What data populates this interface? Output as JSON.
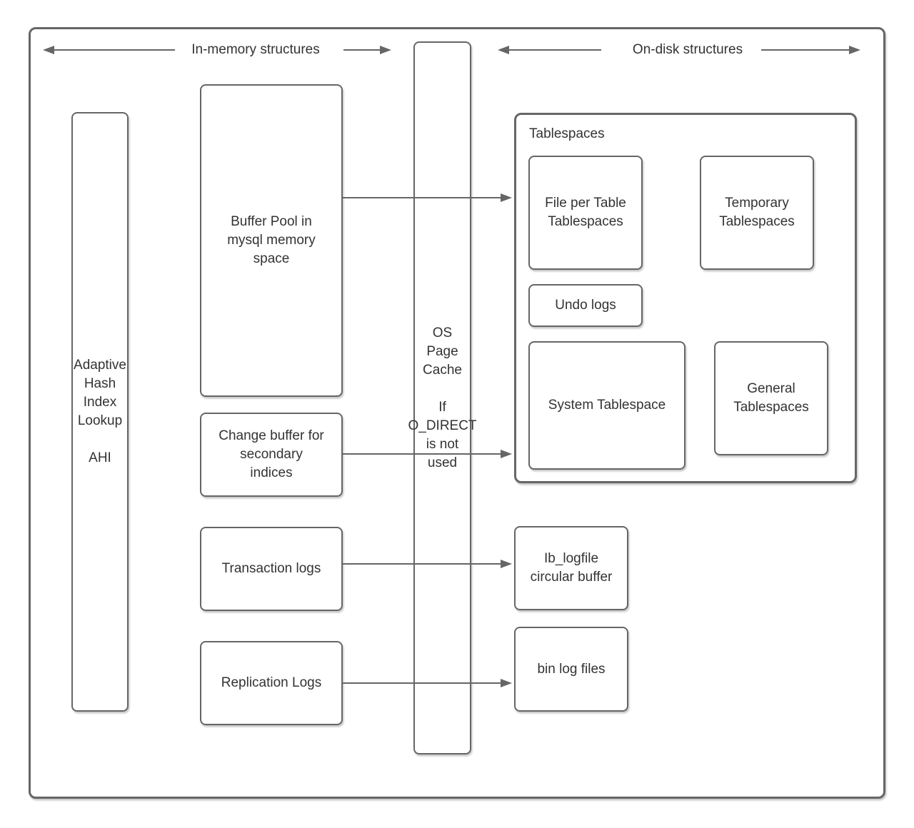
{
  "diagram": {
    "colors": {
      "background": "#ffffff",
      "border": "#666666",
      "text": "#333333",
      "arrow": "#666666"
    },
    "headers": {
      "in_memory": {
        "label": "In-memory structures"
      },
      "on_disk": {
        "label": "On-disk structures"
      }
    },
    "nodes": {
      "adaptive_hash": {
        "label": "Adaptive\nHash\nIndex\nLookup\n\nAHI"
      },
      "buffer_pool": {
        "label": "Buffer Pool in\nmysql memory\nspace"
      },
      "change_buffer": {
        "label": "Change buffer for\nsecondary\nindices"
      },
      "transaction_logs": {
        "label": "Transaction logs"
      },
      "replication_logs": {
        "label": "Replication Logs"
      },
      "os_page_cache": {
        "label": "OS\nPage\nCache\n\nIf\nO_DIRECT\nis not\nused"
      },
      "tablespaces_group": {
        "label": "Tablespaces"
      },
      "file_per_table": {
        "label": "File per Table\nTablespaces"
      },
      "temporary_tablespaces": {
        "label": "Temporary\nTablespaces"
      },
      "undo_logs": {
        "label": "Undo logs"
      },
      "system_tablespace": {
        "label": "System Tablespace"
      },
      "general_tablespaces": {
        "label": "General\nTablespaces"
      },
      "ib_logfile": {
        "label": "Ib_logfile\ncircular buffer"
      },
      "bin_log_files": {
        "label": "bin log files"
      }
    }
  }
}
